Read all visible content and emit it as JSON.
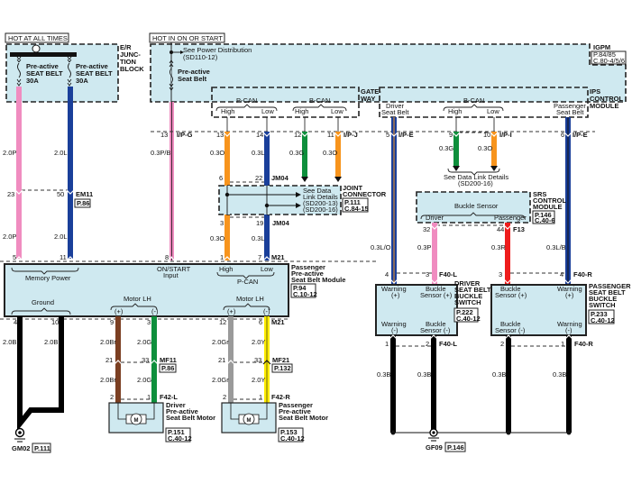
{
  "power_labels": {
    "hot_all_times": "HOT AT ALL TIMES",
    "hot_on_start": "HOT IN ON OR START"
  },
  "er_junction_block": {
    "title_lines": [
      "E/R",
      "JUNC-",
      "TION",
      "BLOCK"
    ],
    "fuses": [
      {
        "lines": [
          "Pre-active",
          "SEAT BELT",
          "30A"
        ],
        "wire_color": "#f08cc0"
      },
      {
        "lines": [
          "Pre-active",
          "SEAT BELT",
          "30A"
        ],
        "wire_color": "#1a3f9a"
      }
    ]
  },
  "igpm": {
    "title": "IGPM",
    "ref": [
      "P.84/85",
      "C.80-4/5/6"
    ],
    "power_note": [
      "See Power Distribution",
      "(SD110-12)"
    ],
    "fuse_label": [
      "Pre-active",
      "Seat Belt"
    ],
    "gateway": {
      "title_lines": [
        "GATE-",
        "WAY"
      ],
      "pcan": {
        "label": "P-CAN",
        "high": "High",
        "low": "Low"
      },
      "bcan": {
        "label": "B-CAN",
        "high": "High",
        "low": "Low"
      }
    },
    "ips": {
      "title_lines": [
        "IPS",
        "CONTROL",
        "MODULE"
      ],
      "driver": [
        "Driver",
        "Seat Belt"
      ],
      "passenger": [
        "Passenger",
        "Seat Belt"
      ],
      "bcan": {
        "label": "B-CAN",
        "high": "High",
        "low": "Low"
      }
    }
  },
  "wires_top": {
    "pink_left": {
      "gauge_upper": "2.0P",
      "gauge_lower": "2.0P",
      "pin_mid": "23",
      "pin_bottom": "5"
    },
    "blue_left": {
      "gauge_upper": "2.0L",
      "gauge_lower": "2.0L",
      "pin_mid": "50",
      "pin_bottom": "11"
    },
    "em11": {
      "connector": "EM11",
      "ref": "P.86"
    },
    "onstart": {
      "pin_top": "13",
      "connector_top": "I/P-G",
      "gauge": "0.3P/B",
      "pin_bottom": "8"
    },
    "pcan_high": {
      "pin_top": "13",
      "gauge_upper": "0.3O",
      "pin_jc_top": "6",
      "pin_jc_bottom": "3",
      "gauge_lower": "0.3O",
      "pin_bottom": "1"
    },
    "pcan_low": {
      "pin_top": "14",
      "gauge_upper": "0.3L",
      "pin_jc_top": "22",
      "pin_jc_bottom": "19",
      "gauge_lower": "0.3L",
      "pin_bottom": "7"
    },
    "jm04_top": "JM04",
    "jm04_bottom": "JM04",
    "m21_top": "M21",
    "bcan_high": {
      "pin_top": "12",
      "gauge": "0.3G"
    },
    "bcan_low": {
      "pin_top": "11",
      "connector": "I/P-J",
      "gauge": "0.3O"
    }
  },
  "joint_connector": {
    "title_lines": [
      "JOINT",
      "CONNECTOR"
    ],
    "ref": [
      "P.111",
      "C.84-15"
    ],
    "note": [
      "See Data",
      "Link Details",
      "(SD200-13)",
      "(SD200-16)"
    ]
  },
  "passenger_module": {
    "title_lines": [
      "Passenger",
      "Pre-active",
      "Seat Belt Module"
    ],
    "ref": [
      "P.94",
      "C.10-12"
    ],
    "memory_power": "Memory Power",
    "onstart": [
      "ON/START",
      "Input"
    ],
    "pcan": {
      "label": "P-CAN",
      "high": "High",
      "low": "Low"
    },
    "ground": "Ground",
    "motor_lh_1": {
      "label": "Motor LH",
      "plus": "(+)",
      "minus": "(-)"
    },
    "motor_lh_2": {
      "label": "Motor LH",
      "plus": "(+)",
      "minus": "(-)"
    }
  },
  "wires_bottom": {
    "ground1": {
      "pin": "4",
      "gauge": "2.0B"
    },
    "ground2": {
      "pin": "10",
      "gauge": "2.0B"
    },
    "gm02": {
      "label": "GM02",
      "ref": "P.111"
    },
    "motor1_plus": {
      "pin_top": "9",
      "gauge_upper": "2.0Br",
      "pin_mid": "21",
      "gauge_lower": "2.0Br",
      "pin_bottom": "2"
    },
    "motor1_minus": {
      "pin_top": "3",
      "gauge_upper": "2.0G",
      "pin_mid": "33",
      "gauge_lower": "2.0G",
      "pin_bottom": "1"
    },
    "mf11": {
      "connector": "MF11",
      "ref": "P.86"
    },
    "f42l": "F42-L",
    "motor2_plus": {
      "pin_top": "12",
      "gauge_upper": "2.0Gr",
      "pin_mid": "21",
      "gauge_lower": "2.0Gr",
      "pin_bottom": "2"
    },
    "motor2_minus": {
      "pin_top": "6",
      "connector_top": "M21",
      "gauge_upper": "2.0Y",
      "pin_mid": "33",
      "gauge_lower": "2.0Y",
      "pin_bottom": "1"
    },
    "mf21": {
      "connector": "MF21",
      "ref": "P.132"
    },
    "f42r": "F42-R"
  },
  "driver_motor": {
    "title_lines": [
      "Driver",
      "Pre-active",
      "Seat Belt Motor"
    ],
    "ref": [
      "P.151",
      "C.40-12"
    ],
    "motor_symbol": "M"
  },
  "passenger_motor": {
    "title_lines": [
      "Passenger",
      "Pre-active",
      "Seat Belt Motor"
    ],
    "ref": [
      "P.153",
      "C.40-12"
    ],
    "motor_symbol": "M"
  },
  "right_wires": {
    "driver_warn": {
      "pin_top": "5",
      "connector_top": "I/P-E",
      "gauge": "0.3L/O",
      "pin_bottom": "4"
    },
    "ips_bcan_high": {
      "pin": "9",
      "gauge": "0.3G"
    },
    "ips_bcan_low": {
      "pin": "10",
      "connector": "I/P-I",
      "gauge": "0.3O"
    },
    "data_link_note": [
      "See Data Link Details",
      "(SD200-16)"
    ],
    "pass_warn": {
      "pin_top": "6",
      "connector_top": "I/P-E",
      "gauge": "0.3L/B",
      "pin_bottom": "4"
    },
    "driver_buckle": {
      "pin_top": "32",
      "gauge": "0.3P",
      "pin_bottom": "3",
      "connector": "F40-L"
    },
    "pass_buckle": {
      "pin_top": "44",
      "connector_top": "F13",
      "gauge": "0.3R",
      "pin_bottom": "3"
    },
    "f40r": "F40-R"
  },
  "srs_module": {
    "title_lines": [
      "SRS",
      "CONTROL",
      "MODULE"
    ],
    "ref": [
      "P.146",
      "C.40-6"
    ],
    "label": "Buckle Sensor",
    "driver": "Driver",
    "passenger": "Passenger"
  },
  "driver_switch": {
    "title_lines": [
      "DRIVER",
      "SEAT BELT",
      "BUCKLE",
      "SWITCH"
    ],
    "ref": [
      "P.222",
      "C.40-12"
    ],
    "warn_plus": [
      "Warning",
      "(+)"
    ],
    "buckle_plus": [
      "Buckle",
      "Sensor (+)"
    ],
    "warn_minus": [
      "Warning",
      "(-)"
    ],
    "buckle_minus": [
      "Buckle",
      "Sensor (-)"
    ],
    "pins_bottom": [
      "1",
      "2"
    ],
    "connector_bottom": "F40-L"
  },
  "passenger_switch": {
    "title_lines": [
      "PASSENGER",
      "SEAT BELT",
      "BUCKLE",
      "SWITCH"
    ],
    "ref": [
      "P.233",
      "C.40-12"
    ],
    "buckle_plus": [
      "Buckle",
      "Sensor (+)"
    ],
    "warn_plus": [
      "Warning",
      "(+)"
    ],
    "buckle_minus": [
      "Buckle",
      "Sensor (-)"
    ],
    "warn_minus": [
      "Warning",
      "(-)"
    ],
    "pins_bottom": [
      "2",
      "1"
    ],
    "connector_bottom": "F40-R"
  },
  "ground_right": {
    "gauges": [
      "0.3B",
      "0.3B",
      "0.3B",
      "0.3B"
    ],
    "label": "GF09",
    "ref": "P.146"
  },
  "colors": {
    "pink": "#f08cc0",
    "blue": "#1a3f9a",
    "orange": "#f7941d",
    "green": "#0e8f3c",
    "brown": "#7b3f22",
    "gray": "#9a9a9a",
    "yellow": "#ffee00",
    "red": "#ee1c1c",
    "black": "#000000",
    "module": "#cfe9f0"
  }
}
